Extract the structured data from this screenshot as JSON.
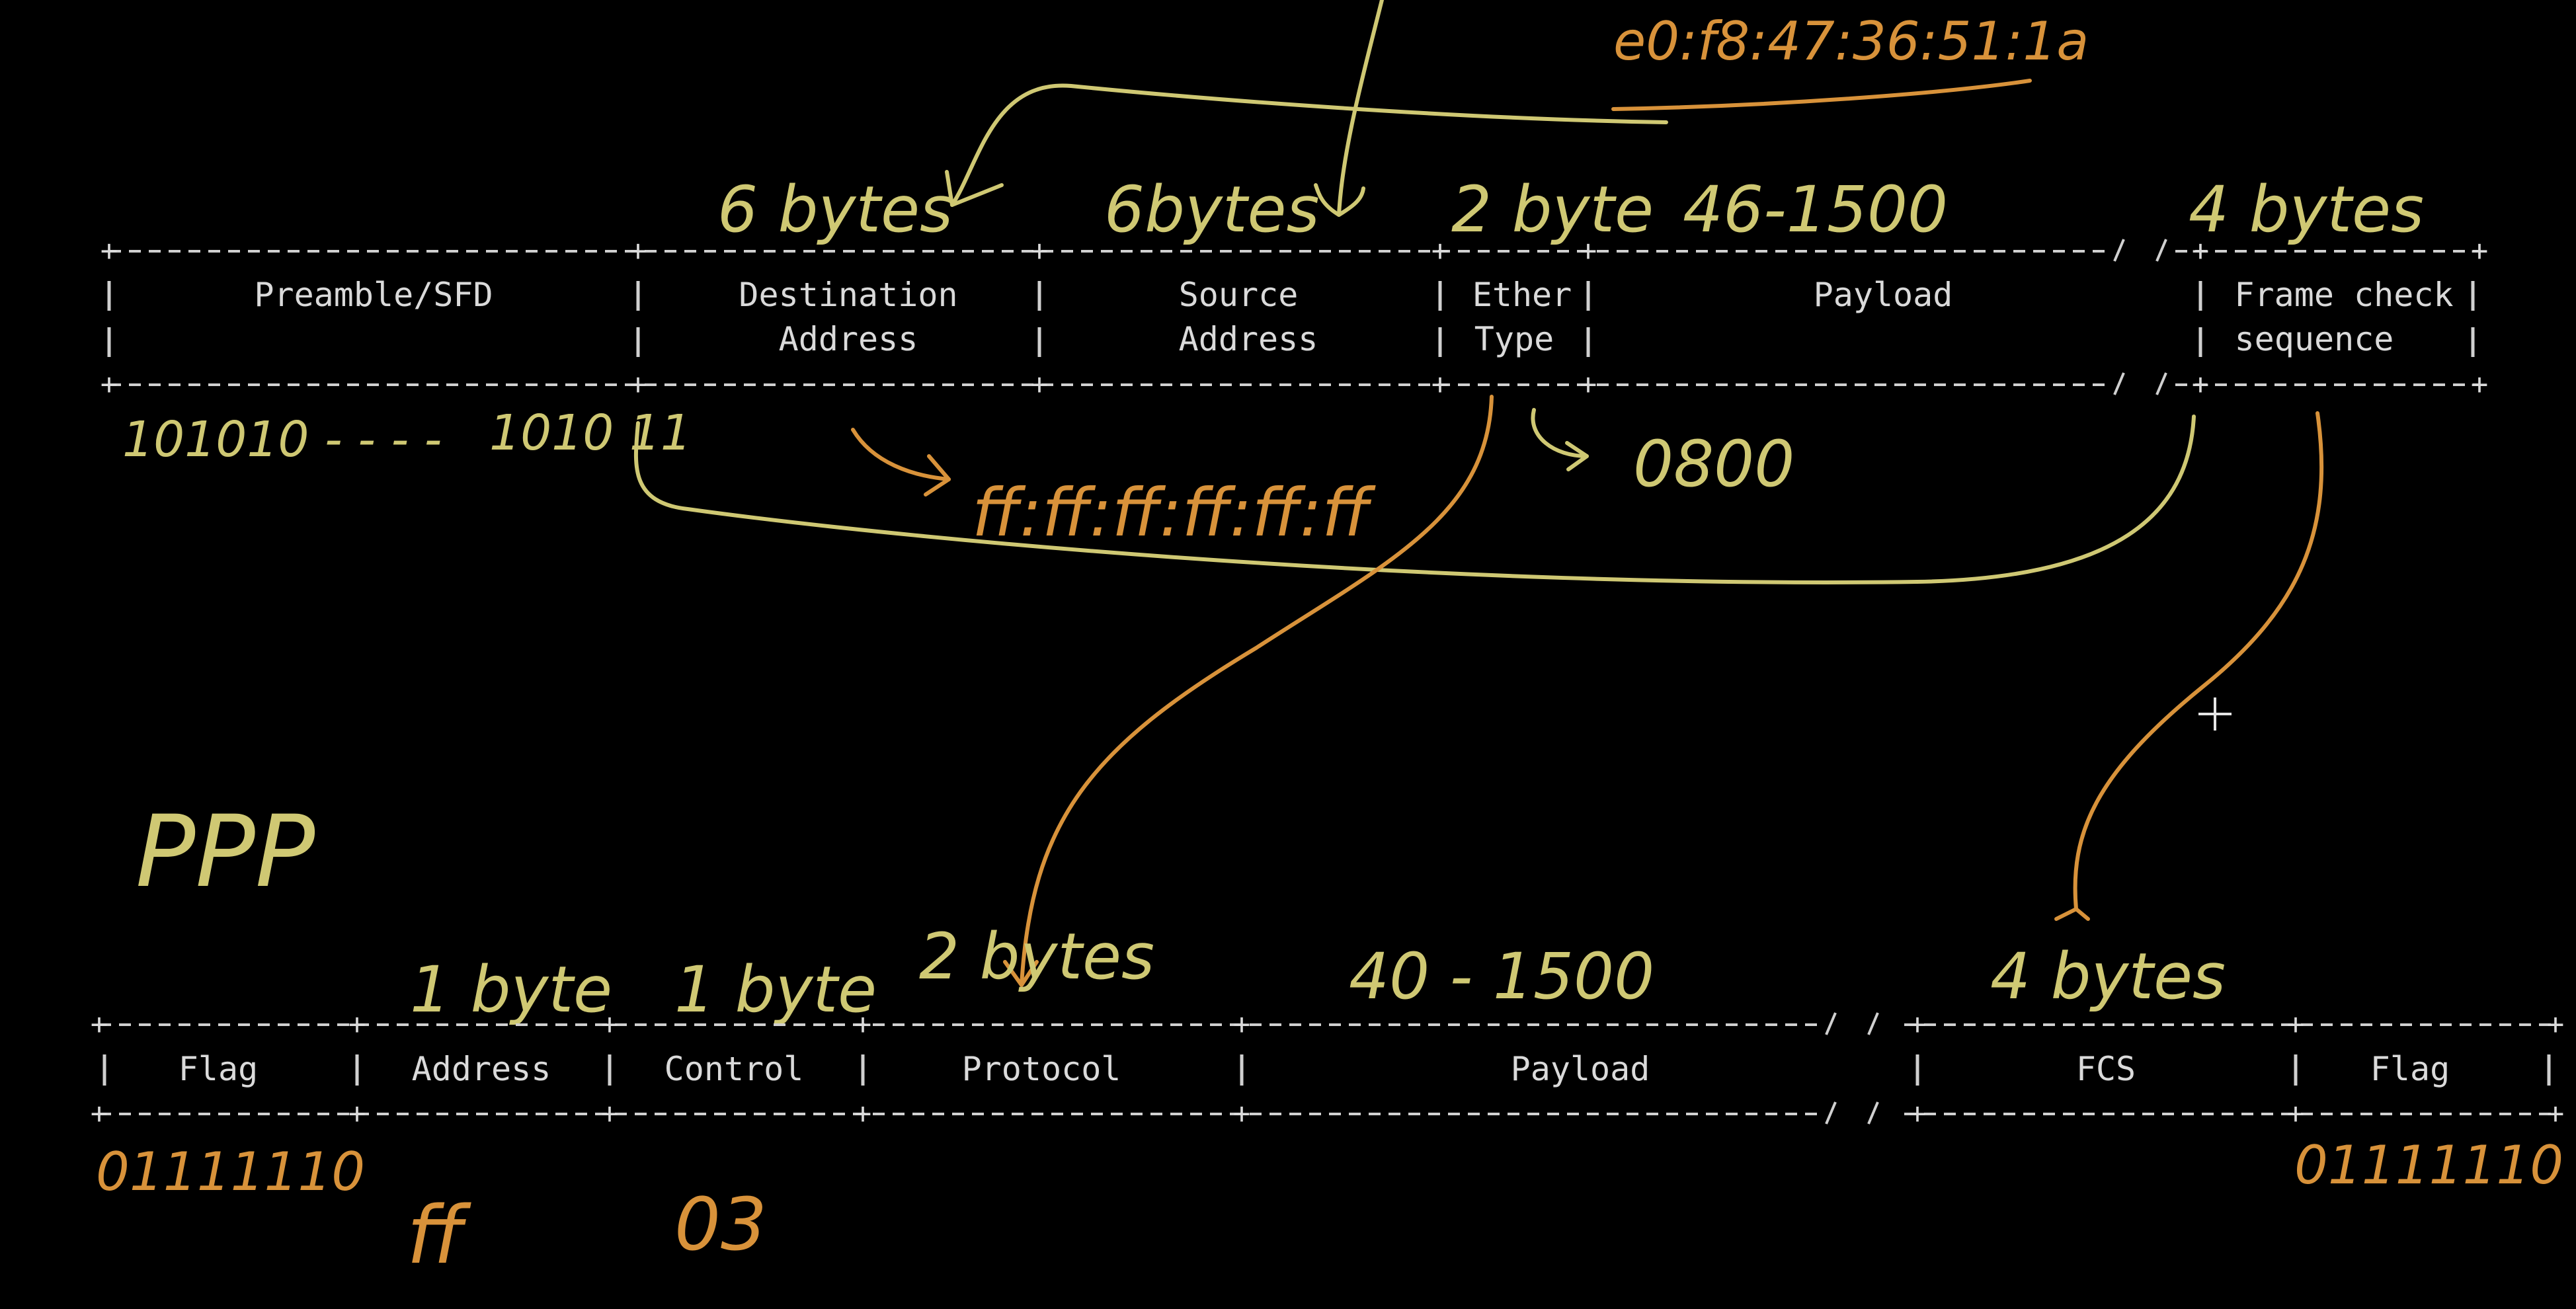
{
  "colors": {
    "background": "#000000",
    "table_text": "#dadada",
    "ink_yellow": "#cfc873",
    "ink_orange": "#d8923a"
  },
  "ethernet": {
    "sizes": {
      "destination": "6 bytes",
      "source": "6bytes",
      "ethertype": "2 byte",
      "payload": "46-1500",
      "fcs": "4 bytes"
    },
    "headers": {
      "preamble": "Preamble/SFD",
      "destination_1": "Destination",
      "destination_2": "Address",
      "source_1": "Source",
      "source_2": "Address",
      "ethertype_1": "Ether",
      "ethertype_2": "Type",
      "payload": "Payload",
      "fcs_1": "Frame check",
      "fcs_2": "sequence"
    },
    "values": {
      "mac_top": "e0:f8:47:36:51:1a",
      "preamble_start": "101010 - - - -",
      "preamble_end": "1010 11",
      "broadcast": "ff:ff:ff:ff:ff:ff",
      "ethertype": "0800"
    }
  },
  "ppp": {
    "title": "PPP",
    "sizes": {
      "address": "1 byte",
      "control": "1 byte",
      "protocol": "2 bytes",
      "payload": "40 - 1500",
      "fcs": "4 bytes"
    },
    "headers": {
      "flag_start": "Flag",
      "address": "Address",
      "control": "Control",
      "protocol": "Protocol",
      "payload": "Payload",
      "fcs": "FCS",
      "flag_end": "Flag"
    },
    "values": {
      "flag_start": "01111110",
      "address": "ff",
      "control": "03",
      "flag_end": "01111110"
    }
  }
}
